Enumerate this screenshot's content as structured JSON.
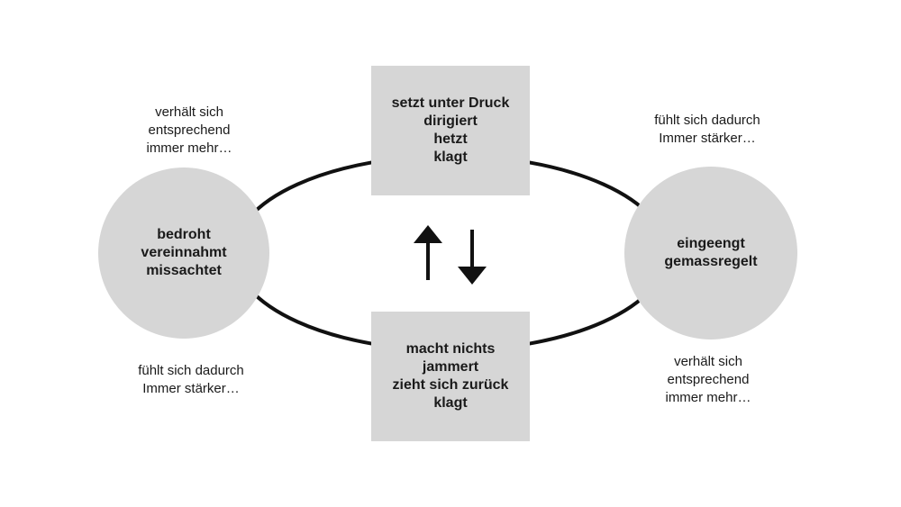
{
  "colors": {
    "shape_fill": "#d6d6d6",
    "line": "#111111",
    "text": "#1a1a1a"
  },
  "top_box": {
    "lines": [
      "setzt unter Druck",
      "dirigiert",
      "hetzt",
      "klagt"
    ]
  },
  "bottom_box": {
    "lines": [
      "macht nichts",
      "jammert",
      "zieht sich zurück",
      "klagt"
    ]
  },
  "left_circle": {
    "lines": [
      "bedroht",
      "vereinnahmt",
      "missachtet"
    ]
  },
  "right_circle": {
    "lines": [
      "eingeengt",
      "gemassregelt"
    ]
  },
  "notes": {
    "top_left": [
      "verhält sich",
      "entsprechend",
      "immer mehr…"
    ],
    "top_right": [
      "fühlt sich dadurch",
      "Immer stärker…"
    ],
    "bottom_left": [
      "fühlt sich dadurch",
      "Immer stärker…"
    ],
    "bottom_right": [
      "verhält sich",
      "entsprechend",
      "immer mehr…"
    ]
  },
  "arrows": [
    "up-arrow-icon",
    "down-arrow-icon"
  ]
}
